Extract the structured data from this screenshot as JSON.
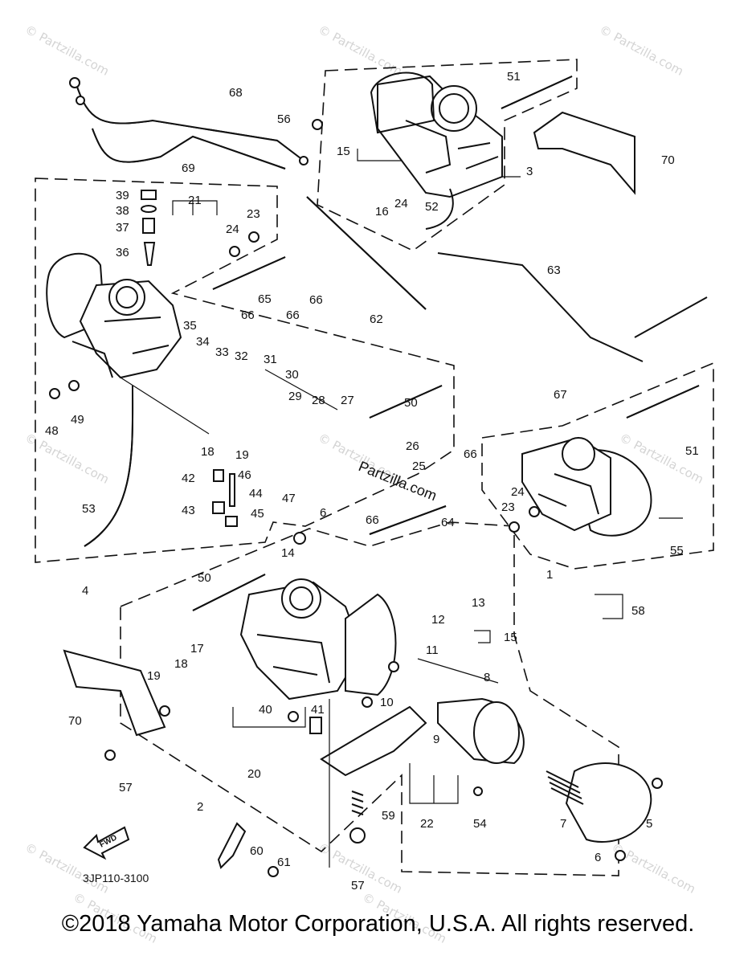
{
  "watermarks": [
    {
      "text": "© Partzilla.com"
    },
    {
      "text": "© Partzilla.com"
    },
    {
      "text": "© Partzilla.com"
    },
    {
      "text": "© Partzilla.com"
    },
    {
      "text": "© Partzilla.com"
    },
    {
      "text": "© Partzilla.com"
    },
    {
      "text": "© Partzilla.com"
    },
    {
      "text": "© Partzilla.com"
    },
    {
      "text": "© Partzilla.com"
    },
    {
      "text": "© Partzilla.com"
    },
    {
      "text": "© Partzilla.com"
    }
  ],
  "callouts": [
    "68",
    "56",
    "51",
    "15",
    "70",
    "3",
    "69",
    "39",
    "38",
    "37",
    "36",
    "21",
    "24",
    "23",
    "16",
    "24",
    "52",
    "66",
    "65",
    "66",
    "66",
    "62",
    "63",
    "35",
    "34",
    "33",
    "32",
    "31",
    "30",
    "29",
    "28",
    "27",
    "50",
    "48",
    "49",
    "18",
    "19",
    "42",
    "46",
    "44",
    "43",
    "45",
    "47",
    "6",
    "26",
    "25",
    "66",
    "67",
    "51",
    "53",
    "4",
    "14",
    "66",
    "64",
    "24",
    "23",
    "55",
    "50",
    "13",
    "12",
    "58",
    "15",
    "17",
    "18",
    "19",
    "11",
    "70",
    "8",
    "40",
    "41",
    "10",
    "9",
    "20",
    "57",
    "2",
    "59",
    "22",
    "54",
    "7",
    "5",
    "60",
    "61",
    "6",
    "57",
    "1"
  ],
  "diagram_code": "3JP110-3100",
  "fwd_label": "FWD",
  "inset_text": "Partzilla.com",
  "copyright": "©2018  Yamaha Motor Corporation, U.S.A. All rights reserved."
}
